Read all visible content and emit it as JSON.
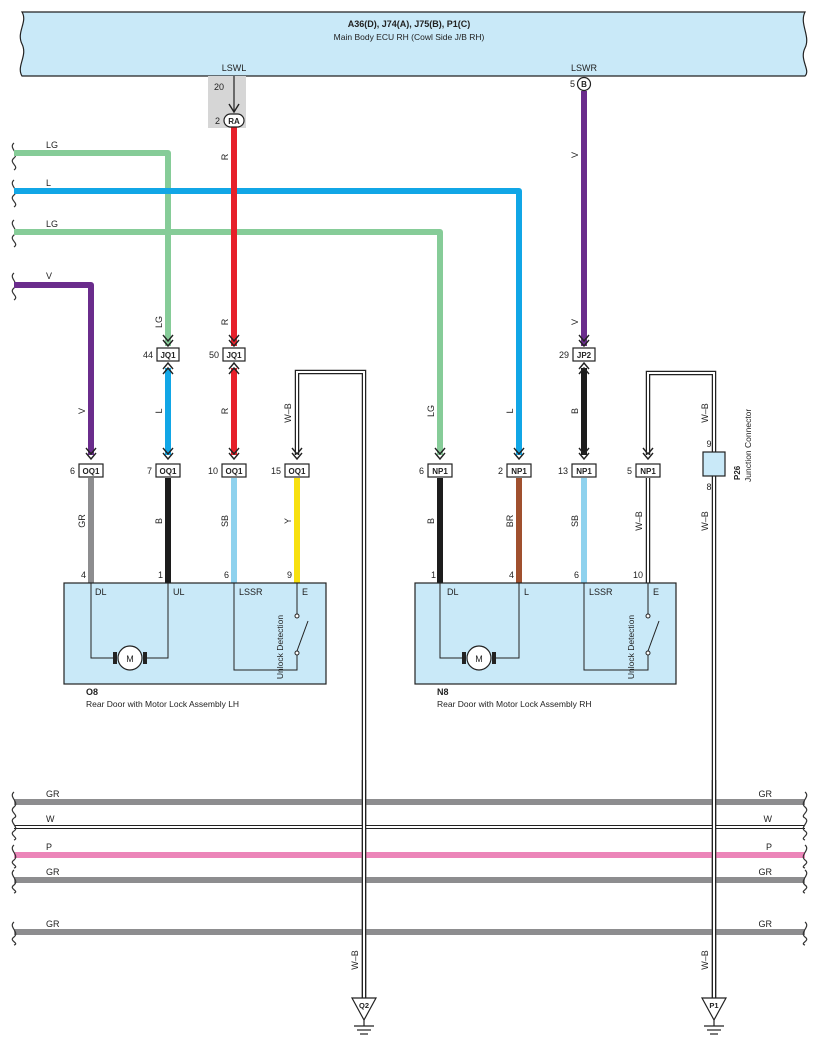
{
  "ecu": {
    "title": "A36(D), J74(A), J75(B), P1(C)",
    "subtitle": "Main Body ECU RH (Cowl Side J/B RH)",
    "terminal_left": "LSWL",
    "terminal_right": "LSWR",
    "pin_left": "20",
    "pin_right": "5",
    "conn_right": "B"
  },
  "junction": {
    "pin": "2",
    "label": "RA"
  },
  "colors": {
    "LG": "#86cc98",
    "L": "#11a6e6",
    "V": "#6a2c8c",
    "R": "#e6202a",
    "B": "#1c1c1c",
    "GR": "#8d8d8f",
    "SB": "#8fd2ee",
    "Y": "#f7e010",
    "BR": "#a0502e",
    "P": "#ec85b9",
    "W": "#ffffff",
    "component_fill": "#c9e9f8",
    "ecu_fill": "#c9e9f8"
  },
  "left_wires": [
    {
      "label": "LG"
    },
    {
      "label": "L"
    },
    {
      "label": "LG"
    },
    {
      "label": "V"
    }
  ],
  "wire_labels": {
    "r_top": "R",
    "r_mid": "R",
    "r_low": "R",
    "v_top": "V",
    "v_mid": "V",
    "b_low": "B",
    "lg_mid": "LG",
    "l_low": "L",
    "v_low": "V",
    "wb_o8": "W–B",
    "lg_n8": "LG",
    "l_n8": "L",
    "wb_p26_top": "W–B"
  },
  "connectors_mid": [
    {
      "pin": "44",
      "name": "JQ1"
    },
    {
      "pin": "50",
      "name": "JQ1"
    },
    {
      "pin": "29",
      "name": "JP2"
    }
  ],
  "o8": {
    "code": "O8",
    "name": "Rear Door with Motor Lock Assembly LH",
    "conns": [
      {
        "pin": "6",
        "name": "OQ1"
      },
      {
        "pin": "7",
        "name": "OQ1"
      },
      {
        "pin": "10",
        "name": "OQ1"
      },
      {
        "pin": "15",
        "name": "OQ1"
      }
    ],
    "wires": [
      "GR",
      "B",
      "SB",
      "Y"
    ],
    "pins": [
      "4",
      "1",
      "6",
      "9"
    ],
    "terms": [
      "DL",
      "UL",
      "LSSR",
      "E"
    ],
    "motor": "M",
    "switch": "Unlock Detection"
  },
  "n8": {
    "code": "N8",
    "name": "Rear Door with Motor Lock Assembly RH",
    "conns": [
      {
        "pin": "6",
        "name": "NP1"
      },
      {
        "pin": "2",
        "name": "NP1"
      },
      {
        "pin": "13",
        "name": "NP1"
      },
      {
        "pin": "5",
        "name": "NP1"
      }
    ],
    "wires": [
      "B",
      "BR",
      "SB",
      "W–B"
    ],
    "pins": [
      "1",
      "4",
      "6",
      "10"
    ],
    "terms": [
      "DL",
      "L",
      "LSSR",
      "E"
    ],
    "motor": "M",
    "switch": "Unlock Detection"
  },
  "p26": {
    "code": "P26",
    "name": "Junction Connector",
    "pin_top": "9",
    "pin_bottom": "8",
    "wire": "W–B"
  },
  "bus_wires": [
    {
      "label": "GR"
    },
    {
      "label": "W"
    },
    {
      "label": "P"
    },
    {
      "label": "GR"
    },
    {
      "label": "GR"
    }
  ],
  "grounds": [
    {
      "label": "Q2",
      "wire": "W–B"
    },
    {
      "label": "P1",
      "wire": "W–B"
    }
  ]
}
